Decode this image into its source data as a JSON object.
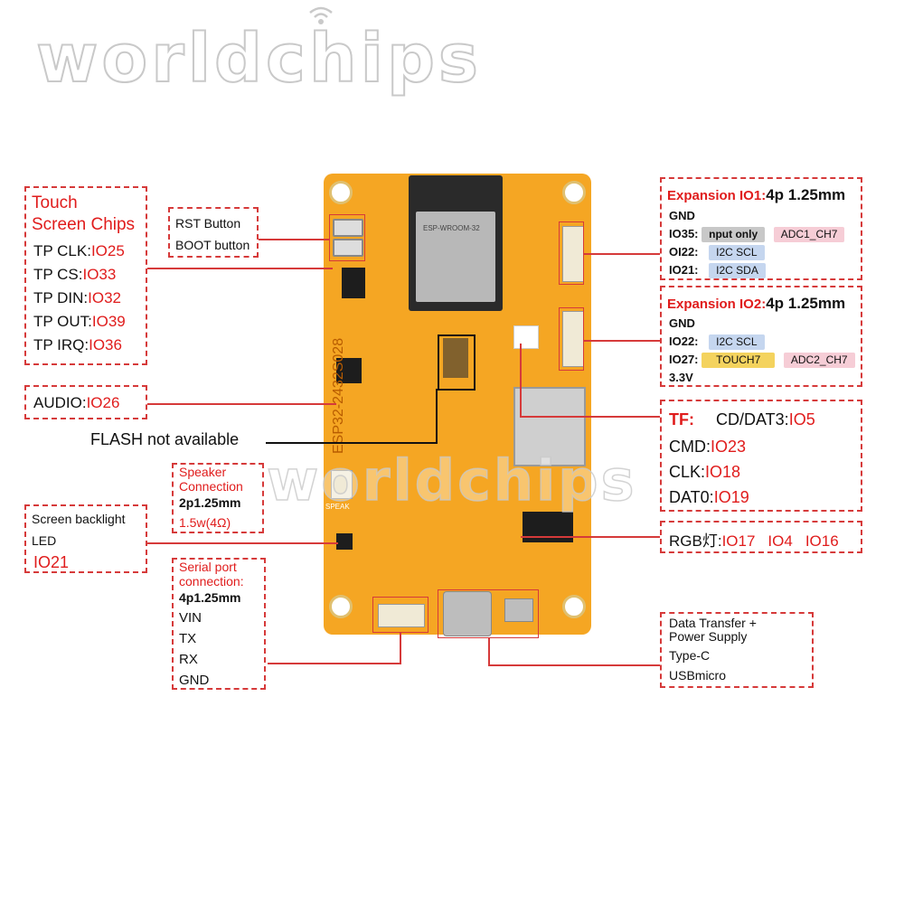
{
  "watermark": "worldchips",
  "board_text": {
    "module_label": "ESP-WROOM-32",
    "board_name": "ESP32-2432S028",
    "speak": "SPEAK"
  },
  "touch": {
    "title1": "Touch",
    "title2": "Screen Chips",
    "rows": [
      {
        "label": "TP CLK:",
        "pin": "IO25"
      },
      {
        "label": "TP CS:",
        "pin": "IO33"
      },
      {
        "label": "TP DIN:",
        "pin": "IO32"
      },
      {
        "label": "TP OUT:",
        "pin": "IO39"
      },
      {
        "label": "TP IRQ:",
        "pin": "IO36"
      }
    ]
  },
  "buttons": {
    "rst": "RST Button",
    "boot": "BOOT button"
  },
  "audio": {
    "label": "AUDIO:",
    "pin": "IO26"
  },
  "flash": "FLASH not available",
  "speaker": {
    "title1": "Speaker",
    "title2": "Connection",
    "spec": "2p1.25mm",
    "power": "1.5w(4Ω)"
  },
  "backlight": {
    "line1": "Screen backlight",
    "line2": "LED",
    "pin": "IO21"
  },
  "serial": {
    "title1": "Serial port",
    "title2": "connection:",
    "spec": "4p1.25mm",
    "pins": [
      "VIN",
      "TX",
      "RX",
      "GND"
    ]
  },
  "exp1": {
    "title": "Expansion IO1:",
    "spec": "4p 1.25mm",
    "gnd": "GND",
    "io35": "IO35:",
    "io35_tag": "nput only",
    "io35_adc": "ADC1_CH7",
    "oi22": "OI22:",
    "oi22_tag": "I2C SCL",
    "io21": "IO21:",
    "io21_tag": "I2C SDA"
  },
  "exp2": {
    "title": "Expansion IO2:",
    "spec": "4p 1.25mm",
    "gnd": "GND",
    "io22": "IO22:",
    "io22_tag": "I2C SCL",
    "io27": "IO27:",
    "io27_tag": "TOUCH7",
    "io27_adc": "ADC2_CH7",
    "v33": "3.3V"
  },
  "tf": {
    "title": "TF:",
    "rows": [
      {
        "label": "CD/DAT3:",
        "pin": "IO5"
      },
      {
        "label": "CMD:",
        "pin": "IO23"
      },
      {
        "label": "CLK:",
        "pin": "IO18"
      },
      {
        "label": "DAT0:",
        "pin": "IO19"
      }
    ]
  },
  "rgb": {
    "label": "RGB灯:",
    "pins": [
      "IO17",
      "IO4",
      "IO16"
    ]
  },
  "usb": {
    "line1": "Data Transfer +",
    "line2": "Power Supply",
    "line3": "Type-C",
    "line4": "USBmicro"
  },
  "colors": {
    "accent": "#e01c1c",
    "board": "#f5a623",
    "tag_gray": "#c8c8c8",
    "tag_blue": "#c5d6ef",
    "tag_pink": "#f6cdd6",
    "tag_yellow": "#f4d35e"
  }
}
